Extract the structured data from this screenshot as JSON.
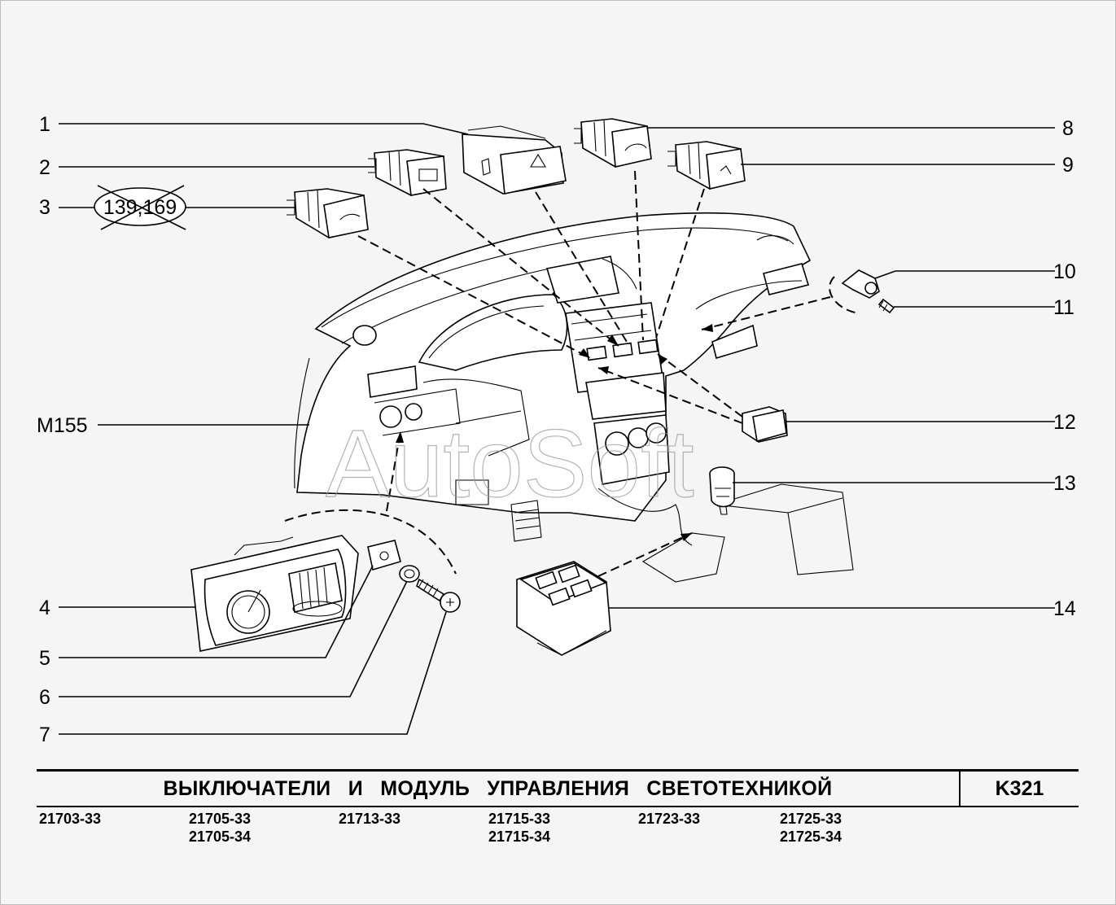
{
  "title": "ВЫКЛЮЧАТЕЛИ И МОДУЛЬ УПРАВЛЕНИЯ СВЕТОТЕХНИКОЙ",
  "page_code": "K321",
  "callouts": {
    "c1": "1",
    "c2": "2",
    "c3": "3",
    "c4": "4",
    "c5": "5",
    "c6": "6",
    "c7": "7",
    "c8": "8",
    "c9": "9",
    "c10": "10",
    "c11": "11",
    "c12": "12",
    "c13": "13",
    "c14": "14",
    "assembly": "M155"
  },
  "crossed_out_note": "139,169",
  "watermark": "AutoSoft",
  "models": [
    [
      "21703-33"
    ],
    [
      "21705-33",
      "21705-34"
    ],
    [
      "21713-33"
    ],
    [
      "21715-33",
      "21715-34"
    ],
    [
      "21723-33"
    ],
    [
      "21725-33",
      "21725-34"
    ]
  ]
}
